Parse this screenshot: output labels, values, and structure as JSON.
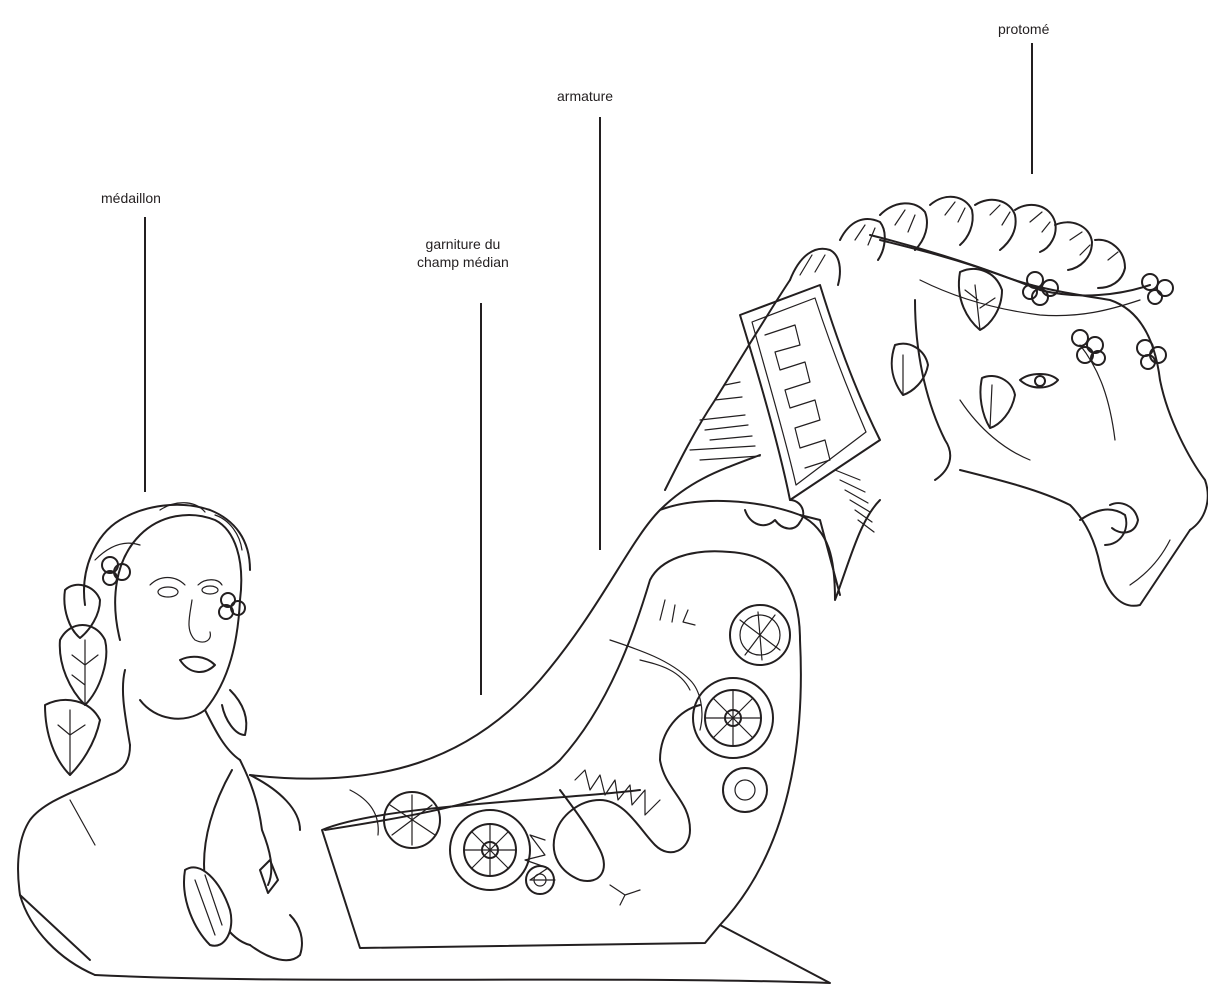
{
  "labels": {
    "protome": "protomé",
    "armature": "armature",
    "medaillon": "médaillon",
    "garniture_line1": "garniture du",
    "garniture_line2": "champ médian"
  },
  "colors": {
    "ink": "#231f20",
    "background": "#ffffff"
  }
}
